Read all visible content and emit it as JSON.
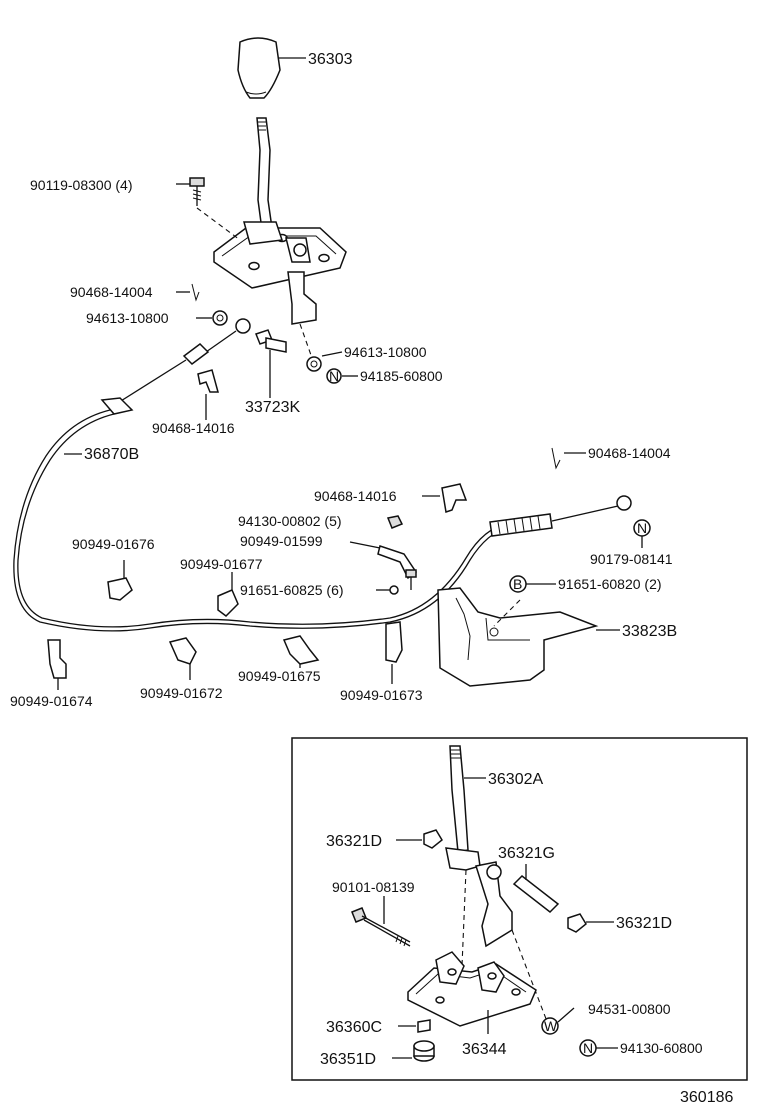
{
  "labels": {
    "knob": "36303",
    "bolt_top": "90119-08300 (4)",
    "clip_a": "90468-14004",
    "bushing_a": "94613-10800",
    "bushing_b": "94613-10800",
    "nut_b": "94185-60800",
    "pin": "33723K",
    "clip_b": "90468-14016",
    "cable": "36870B",
    "clip_c": "90468-14004",
    "clip_d": "90468-14016",
    "nut_c": "94130-00802 (5)",
    "bracket_a": "90949-01599",
    "nut_d": "90179-08141",
    "clamp_a": "90949-01676",
    "clamp_b": "90949-01677",
    "bolt_b": "91651-60825 (6)",
    "bolt_c": "91651-60820 (2)",
    "bracket_main": "33823B",
    "clamp_c": "90949-01674",
    "clamp_d": "90949-01672",
    "clamp_e": "90949-01675",
    "clamp_f": "90949-01673",
    "lever": "36302A",
    "bush_left": "36321D",
    "sleeve": "36321G",
    "bolt_long": "90101-08139",
    "bush_right": "36321D",
    "washer": "94531-00800",
    "collar": "36360C",
    "base": "36344",
    "nut_e": "94130-60800",
    "bushing_c": "36351D",
    "figure_number": "360186"
  },
  "markers": {
    "n": "N",
    "b": "B",
    "w": "W"
  }
}
